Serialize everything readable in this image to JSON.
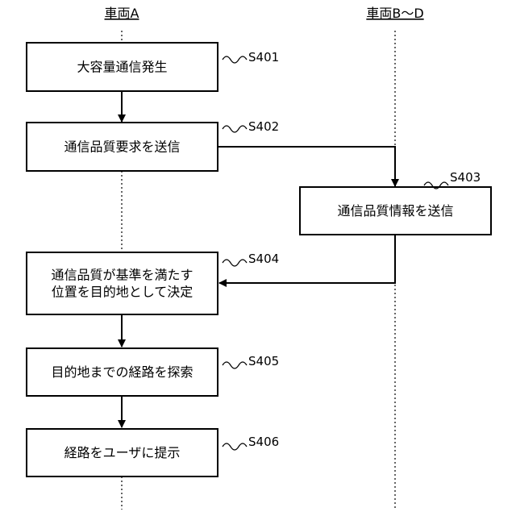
{
  "lanes": {
    "vehicle_a": "車両A",
    "vehicles_b_d": "車両B～D"
  },
  "steps": {
    "s401": {
      "id": "S401",
      "text": "大容量通信発生"
    },
    "s402": {
      "id": "S402",
      "text": "通信品質要求を送信"
    },
    "s403": {
      "id": "S403",
      "text": "通信品質情報を送信"
    },
    "s404": {
      "id": "S404",
      "line1": "通信品質が基準を満たす",
      "line2": "位置を目的地として決定"
    },
    "s405": {
      "id": "S405",
      "text": "目的地までの経路を探索"
    },
    "s406": {
      "id": "S406",
      "text": "経路をユーザに提示"
    }
  }
}
